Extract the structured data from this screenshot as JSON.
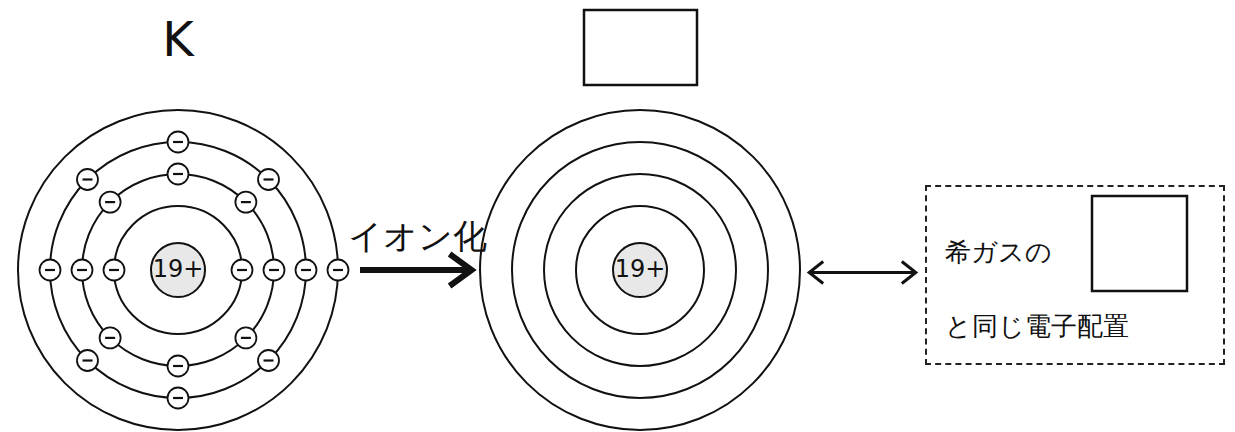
{
  "diagram": {
    "nodes": [
      {
        "text": [
          "K",
          "19+"
        ]
      },
      {
        "text": [
          "19+"
        ]
      },
      {
        "text": [
          "希ガスの",
          "と同じ電子配置"
        ]
      }
    ],
    "edges": [
      {
        "from": 0,
        "to": 1,
        "arrow": "to",
        "label": "イオン化"
      },
      {
        "from": 1,
        "to": 2,
        "arrow": "both"
      }
    ]
  }
}
